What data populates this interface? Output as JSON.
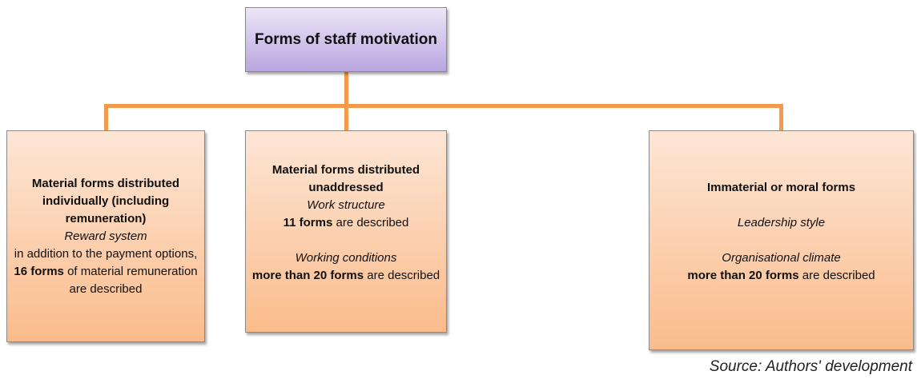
{
  "root": {
    "title": "Forms of staff motivation"
  },
  "boxes": [
    {
      "heading": "Material forms distributed individually (including remuneration)",
      "sub": "Reward system",
      "text1": "in addition to the payment options,",
      "bold": "16 forms",
      "text2": "of material remuneration are described"
    },
    {
      "heading": "Material forms distributed unaddressed",
      "sub1": "Work structure",
      "bold1": "11 forms",
      "text1": "are described",
      "sub2": "Working conditions",
      "bold2": "more than 20 forms",
      "text2": "are described"
    },
    {
      "heading": "Immaterial or moral forms",
      "sub1": "Leadership style",
      "sub2": "Organisational climate",
      "bold2": "more than 20 forms",
      "text2": "are described"
    }
  ],
  "source": "Source: Authors' development",
  "colors": {
    "connector": "#f39a4b",
    "root_fill": "#c9b9e8",
    "child_fill": "#fcd0ad"
  }
}
